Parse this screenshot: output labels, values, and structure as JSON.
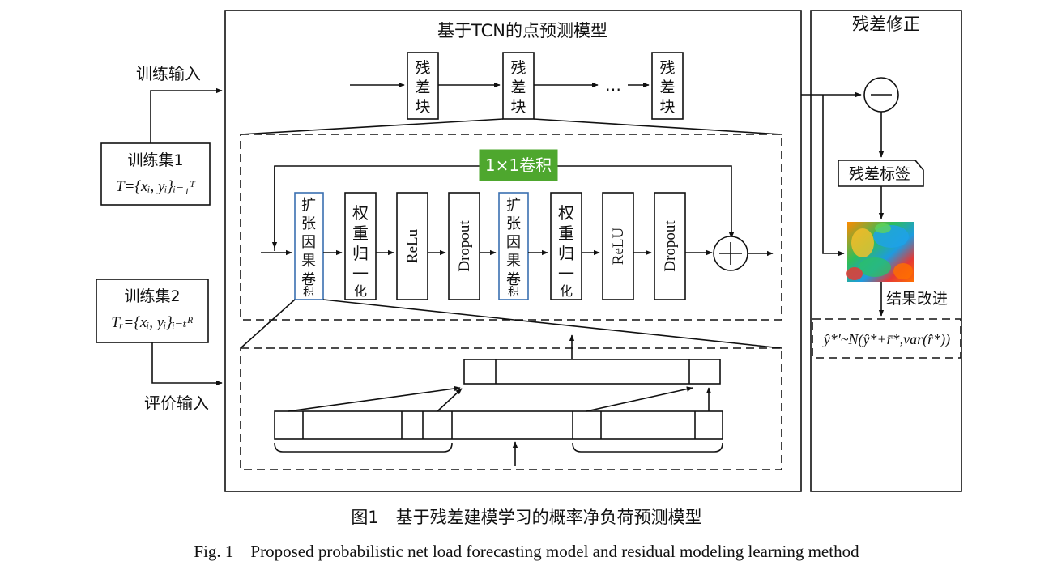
{
  "labels": {
    "tcn_title": "基于TCN的点预测模型",
    "residual_title": "残差修正",
    "train_input": "训练输入",
    "eval_input": "评价输入",
    "train_set1": "训练集1",
    "train_set1_formula": "T={xᵢ, yᵢ}ᵢ₌₁ᵀ",
    "train_set2": "训练集2",
    "train_set2_formula": "Tᵣ={xᵢ, yᵢ}ᵢ₌ₜᴿ",
    "residual_block": "残差块",
    "ellipsis": "…",
    "conv1x1": "1×1卷积",
    "dilated_conv": "扩张因果卷积",
    "weight_norm": "权重归一化",
    "relu1": "ReLu",
    "relu2": "ReLU",
    "dropout": "Dropout",
    "residual_label": "残差标签",
    "result_improve": "结果改进",
    "output_formula": "ŷ*′~N(ŷ*+r̄*,var(r̂*))"
  },
  "caption": {
    "zh": "图1　基于残差建模学习的概率净负荷预测模型",
    "en": "Fig. 1　Proposed probabilistic net load forecasting model and residual modeling learning method"
  },
  "colors": {
    "conv1x1_fill": "#4ea72e",
    "conv1x1_text": "#ffffff",
    "dilated_border": "#3a6fb0"
  }
}
